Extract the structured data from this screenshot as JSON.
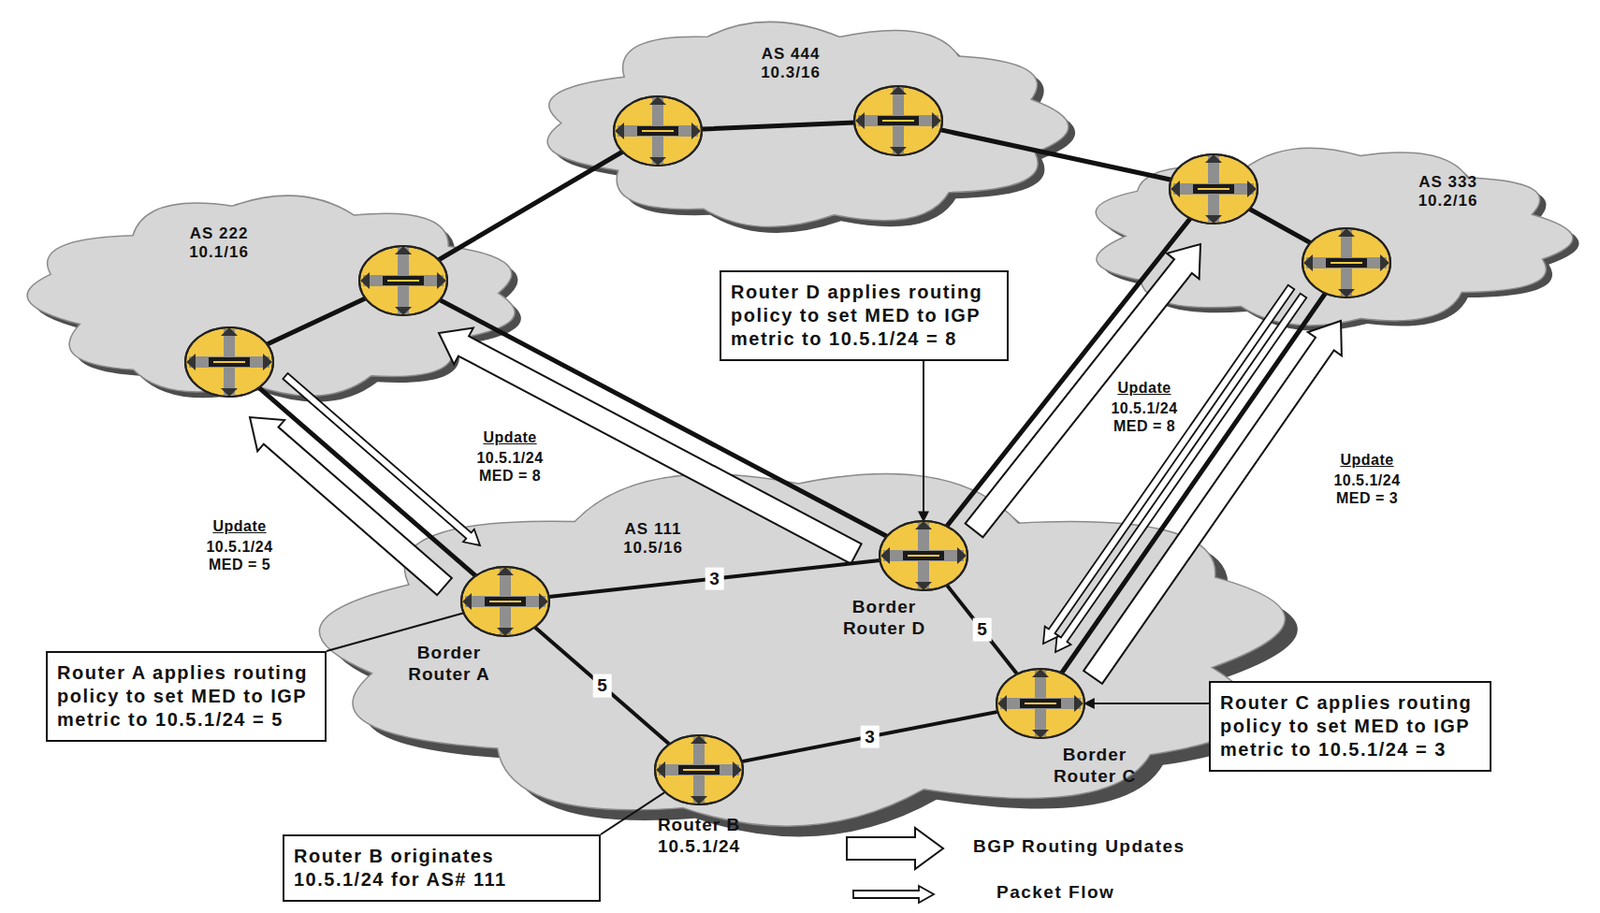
{
  "diagram": {
    "nodes": [
      {
        "text": [
          "AS 444 10.3/16"
        ]
      },
      {
        "text": [
          "AS 222 10.1/16"
        ]
      },
      {
        "text": [
          "AS 333 10.2/16"
        ]
      },
      {
        "text": [
          "Router D applies routing policy to set MED to IGP metric to 10.5.1/24 = 8"
        ]
      },
      {
        "text": [
          "AS 111 10.5/16"
        ]
      },
      {
        "text": [
          "Border Router A"
        ],
        "in": 4
      },
      {
        "text": [
          "Border Router D"
        ],
        "in": 4
      },
      {
        "text": [
          "Router B 10.5.1/24"
        ],
        "in": 4
      },
      {
        "text": [
          "Border Router C"
        ],
        "in": 4
      },
      {
        "text": [
          "Router A applies routing policy to set MED to IGP metric to 10.5.1/24 = 5"
        ]
      },
      {
        "text": [
          "Router C applies routing policy to set MED to IGP metric to 10.5.1/24 = 3"
        ]
      },
      {
        "text": [
          "Router B originates 10.5.1/24 for AS# 111"
        ]
      }
    ],
    "edges": [
      {
        "from": 5,
        "to": 6,
        "arrow": "none",
        "label": "3"
      },
      {
        "from": 5,
        "to": 7,
        "arrow": "none",
        "label": "5"
      },
      {
        "from": 6,
        "to": 8,
        "arrow": "none",
        "label": "5"
      },
      {
        "from": 7,
        "to": 8,
        "arrow": "none",
        "label": "3"
      },
      {
        "from": 3,
        "to": 6,
        "arrow": "to"
      },
      {
        "from": 9,
        "to": 5,
        "arrow": "none"
      },
      {
        "from": 10,
        "to": 8,
        "arrow": "to"
      },
      {
        "from": 11,
        "to": 7,
        "arrow": "none"
      }
    ],
    "labels": [
      "Update",
      "10.5.1/24 MED = 5",
      "Update",
      "10.5.1/24 MED = 8",
      "Update",
      "10.5.1/24 MED = 8",
      "Update",
      "10.5.1/24 MED = 3"
    ],
    "legend": [
      {
        "text": "BGP Routing Updates"
      },
      {
        "text": "Packet Flow"
      }
    ]
  }
}
